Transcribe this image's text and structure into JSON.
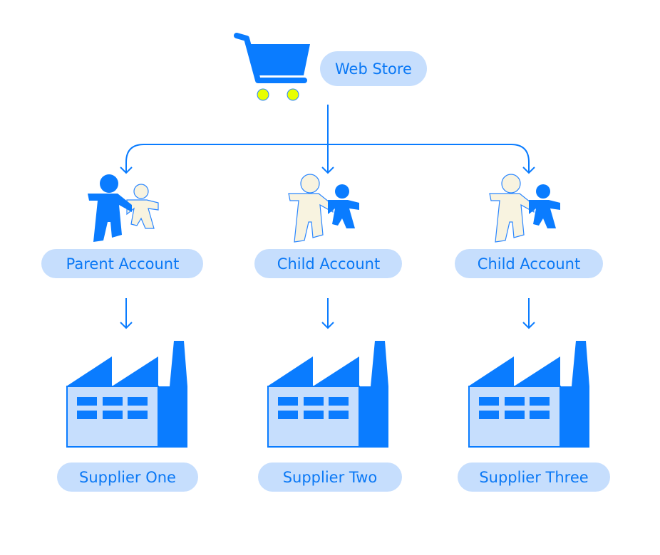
{
  "root": {
    "label": "Web Store",
    "icon": "shopping-cart-icon"
  },
  "accounts": [
    {
      "label": "Parent Account",
      "icon": "parent-child-icon"
    },
    {
      "label": "Child Account",
      "icon": "child-parent-icon"
    },
    {
      "label": "Child Account",
      "icon": "child-parent-icon"
    }
  ],
  "suppliers": [
    {
      "label": "Supplier One",
      "icon": "factory-icon"
    },
    {
      "label": "Supplier Two",
      "icon": "factory-icon"
    },
    {
      "label": "Supplier Three",
      "icon": "factory-icon"
    }
  ],
  "colors": {
    "primary": "#0a7cff",
    "light": "#c6defd",
    "cream": "#f8f3e0",
    "wheel": "#e8ff00"
  }
}
